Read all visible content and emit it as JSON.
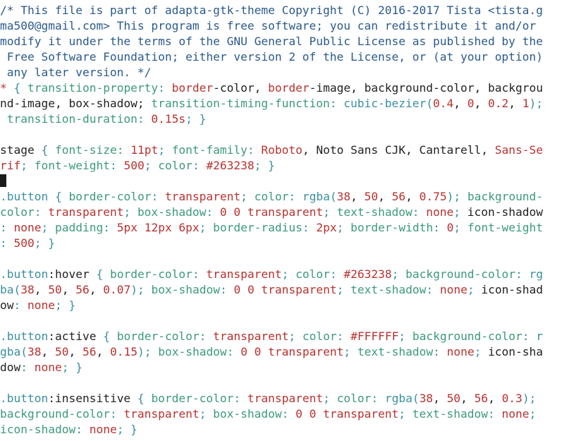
{
  "colors": {
    "comment": "#2c5a8c",
    "property": "#3c9a7a",
    "value": "#b8322f",
    "punct": "#3a8fa0",
    "plain": "#222222",
    "cursor": "#1b1b1b"
  },
  "lines": [
    [
      {
        "t": "/* This file is part of adapta-gtk-theme Copyright (C) 2016-2017 Tista <tista.g",
        "c": "comment"
      }
    ],
    [
      {
        "t": "ma500@gmail.com> This program is free software; you can redistribute it and/or",
        "c": "comment"
      }
    ],
    [
      {
        "t": "modify it under the terms of the GNU General Public License as published by the",
        "c": "comment"
      }
    ],
    [
      {
        "t": " Free Software Foundation; either version 2 of the License, or (at your option)",
        "c": "comment"
      }
    ],
    [
      {
        "t": " any later version. */",
        "c": "comment"
      }
    ],
    [
      {
        "t": "*",
        "c": "value"
      },
      {
        "t": " { ",
        "c": "punct"
      },
      {
        "t": "transition-property",
        "c": "property"
      },
      {
        "t": ": ",
        "c": "punct"
      },
      {
        "t": "border",
        "c": "value"
      },
      {
        "t": "-color, ",
        "c": "plain"
      },
      {
        "t": "border",
        "c": "value"
      },
      {
        "t": "-image, background-color, backgrou",
        "c": "plain"
      }
    ],
    [
      {
        "t": "nd-image, box-shadow; ",
        "c": "plain"
      },
      {
        "t": "transition-timing-function",
        "c": "property"
      },
      {
        "t": ": ",
        "c": "punct"
      },
      {
        "t": "cubic-bezier(",
        "c": "punct"
      },
      {
        "t": "0.4",
        "c": "value"
      },
      {
        "t": ", ",
        "c": "plain"
      },
      {
        "t": "0",
        "c": "value"
      },
      {
        "t": ", ",
        "c": "plain"
      },
      {
        "t": "0.2",
        "c": "value"
      },
      {
        "t": ", ",
        "c": "plain"
      },
      {
        "t": "1",
        "c": "value"
      },
      {
        "t": ");",
        "c": "punct"
      }
    ],
    [
      {
        "t": " transition-duration",
        "c": "property"
      },
      {
        "t": ": ",
        "c": "punct"
      },
      {
        "t": "0.15s",
        "c": "value"
      },
      {
        "t": "; }",
        "c": "punct"
      }
    ],
    [
      {
        "t": "",
        "c": "plain"
      }
    ],
    [
      {
        "t": "stage",
        "c": "plain"
      },
      {
        "t": " { ",
        "c": "punct"
      },
      {
        "t": "font-size",
        "c": "property"
      },
      {
        "t": ": ",
        "c": "punct"
      },
      {
        "t": "11pt",
        "c": "value"
      },
      {
        "t": "; ",
        "c": "punct"
      },
      {
        "t": "font-family",
        "c": "property"
      },
      {
        "t": ": ",
        "c": "punct"
      },
      {
        "t": "Roboto",
        "c": "value"
      },
      {
        "t": ", Noto Sans CJK, Cantarell, ",
        "c": "plain"
      },
      {
        "t": "Sans-Se",
        "c": "value"
      }
    ],
    [
      {
        "t": "rif",
        "c": "value"
      },
      {
        "t": "; ",
        "c": "punct"
      },
      {
        "t": "font-weight",
        "c": "property"
      },
      {
        "t": ": ",
        "c": "punct"
      },
      {
        "t": "500",
        "c": "value"
      },
      {
        "t": "; ",
        "c": "punct"
      },
      {
        "t": "color",
        "c": "property"
      },
      {
        "t": ": ",
        "c": "punct"
      },
      {
        "t": "#263238",
        "c": "value"
      },
      {
        "t": "; }",
        "c": "punct"
      }
    ],
    [
      {
        "t": "__CURSOR__",
        "c": "cursor"
      }
    ],
    [
      {
        "t": ".button",
        "c": "punct"
      },
      {
        "t": " { ",
        "c": "punct"
      },
      {
        "t": "border-color",
        "c": "property"
      },
      {
        "t": ": ",
        "c": "punct"
      },
      {
        "t": "transparent",
        "c": "value"
      },
      {
        "t": "; ",
        "c": "punct"
      },
      {
        "t": "color",
        "c": "property"
      },
      {
        "t": ": ",
        "c": "punct"
      },
      {
        "t": "rgba(",
        "c": "punct"
      },
      {
        "t": "38",
        "c": "value"
      },
      {
        "t": ", ",
        "c": "plain"
      },
      {
        "t": "50",
        "c": "value"
      },
      {
        "t": ", ",
        "c": "plain"
      },
      {
        "t": "56",
        "c": "value"
      },
      {
        "t": ", ",
        "c": "plain"
      },
      {
        "t": "0.75",
        "c": "value"
      },
      {
        "t": "); ",
        "c": "punct"
      },
      {
        "t": "background-",
        "c": "property"
      }
    ],
    [
      {
        "t": "color",
        "c": "property"
      },
      {
        "t": ": ",
        "c": "punct"
      },
      {
        "t": "transparent",
        "c": "value"
      },
      {
        "t": "; ",
        "c": "punct"
      },
      {
        "t": "box-shadow",
        "c": "property"
      },
      {
        "t": ": ",
        "c": "punct"
      },
      {
        "t": "0 0 transparent",
        "c": "value"
      },
      {
        "t": "; ",
        "c": "punct"
      },
      {
        "t": "text-shadow",
        "c": "property"
      },
      {
        "t": ": ",
        "c": "punct"
      },
      {
        "t": "none",
        "c": "value"
      },
      {
        "t": "; ",
        "c": "punct"
      },
      {
        "t": "icon-shadow",
        "c": "plain"
      }
    ],
    [
      {
        "t": ": ",
        "c": "punct"
      },
      {
        "t": "none",
        "c": "value"
      },
      {
        "t": "; ",
        "c": "punct"
      },
      {
        "t": "padding",
        "c": "property"
      },
      {
        "t": ": ",
        "c": "punct"
      },
      {
        "t": "5px 12px 6px",
        "c": "value"
      },
      {
        "t": "; ",
        "c": "punct"
      },
      {
        "t": "border-radius",
        "c": "property"
      },
      {
        "t": ": ",
        "c": "punct"
      },
      {
        "t": "2px",
        "c": "value"
      },
      {
        "t": "; ",
        "c": "punct"
      },
      {
        "t": "border-width",
        "c": "property"
      },
      {
        "t": ": ",
        "c": "punct"
      },
      {
        "t": "0",
        "c": "value"
      },
      {
        "t": "; ",
        "c": "punct"
      },
      {
        "t": "font-weight",
        "c": "property"
      }
    ],
    [
      {
        "t": ": ",
        "c": "punct"
      },
      {
        "t": "500",
        "c": "value"
      },
      {
        "t": "; }",
        "c": "punct"
      }
    ],
    [
      {
        "t": "",
        "c": "plain"
      }
    ],
    [
      {
        "t": ".button",
        "c": "punct"
      },
      {
        "t": ":hover",
        "c": "plain"
      },
      {
        "t": " { ",
        "c": "punct"
      },
      {
        "t": "border-color",
        "c": "property"
      },
      {
        "t": ": ",
        "c": "punct"
      },
      {
        "t": "transparent",
        "c": "value"
      },
      {
        "t": "; ",
        "c": "punct"
      },
      {
        "t": "color",
        "c": "property"
      },
      {
        "t": ": ",
        "c": "punct"
      },
      {
        "t": "#263238",
        "c": "value"
      },
      {
        "t": "; ",
        "c": "punct"
      },
      {
        "t": "background-color",
        "c": "property"
      },
      {
        "t": ": ",
        "c": "punct"
      },
      {
        "t": "rg",
        "c": "punct"
      }
    ],
    [
      {
        "t": "ba(",
        "c": "punct"
      },
      {
        "t": "38",
        "c": "value"
      },
      {
        "t": ", ",
        "c": "plain"
      },
      {
        "t": "50",
        "c": "value"
      },
      {
        "t": ", ",
        "c": "plain"
      },
      {
        "t": "56",
        "c": "value"
      },
      {
        "t": ", ",
        "c": "plain"
      },
      {
        "t": "0.07",
        "c": "value"
      },
      {
        "t": "); ",
        "c": "punct"
      },
      {
        "t": "box-shadow",
        "c": "property"
      },
      {
        "t": ": ",
        "c": "punct"
      },
      {
        "t": "0 0 transparent",
        "c": "value"
      },
      {
        "t": "; ",
        "c": "punct"
      },
      {
        "t": "text-shadow",
        "c": "property"
      },
      {
        "t": ": ",
        "c": "punct"
      },
      {
        "t": "none",
        "c": "value"
      },
      {
        "t": "; ",
        "c": "punct"
      },
      {
        "t": "icon-shad",
        "c": "plain"
      }
    ],
    [
      {
        "t": "ow",
        "c": "plain"
      },
      {
        "t": ": ",
        "c": "punct"
      },
      {
        "t": "none",
        "c": "value"
      },
      {
        "t": "; }",
        "c": "punct"
      }
    ],
    [
      {
        "t": "",
        "c": "plain"
      }
    ],
    [
      {
        "t": ".button",
        "c": "punct"
      },
      {
        "t": ":active",
        "c": "plain"
      },
      {
        "t": " { ",
        "c": "punct"
      },
      {
        "t": "border-color",
        "c": "property"
      },
      {
        "t": ": ",
        "c": "punct"
      },
      {
        "t": "transparent",
        "c": "value"
      },
      {
        "t": "; ",
        "c": "punct"
      },
      {
        "t": "color",
        "c": "property"
      },
      {
        "t": ": ",
        "c": "punct"
      },
      {
        "t": "#FFFFFF",
        "c": "value"
      },
      {
        "t": "; ",
        "c": "punct"
      },
      {
        "t": "background-color",
        "c": "property"
      },
      {
        "t": ": ",
        "c": "punct"
      },
      {
        "t": "r",
        "c": "punct"
      }
    ],
    [
      {
        "t": "gba(",
        "c": "punct"
      },
      {
        "t": "38",
        "c": "value"
      },
      {
        "t": ", ",
        "c": "plain"
      },
      {
        "t": "50",
        "c": "value"
      },
      {
        "t": ", ",
        "c": "plain"
      },
      {
        "t": "56",
        "c": "value"
      },
      {
        "t": ", ",
        "c": "plain"
      },
      {
        "t": "0.15",
        "c": "value"
      },
      {
        "t": "); ",
        "c": "punct"
      },
      {
        "t": "box-shadow",
        "c": "property"
      },
      {
        "t": ": ",
        "c": "punct"
      },
      {
        "t": "0 0 transparent",
        "c": "value"
      },
      {
        "t": "; ",
        "c": "punct"
      },
      {
        "t": "text-shadow",
        "c": "property"
      },
      {
        "t": ": ",
        "c": "punct"
      },
      {
        "t": "none",
        "c": "value"
      },
      {
        "t": "; ",
        "c": "punct"
      },
      {
        "t": "icon-sha",
        "c": "plain"
      }
    ],
    [
      {
        "t": "dow",
        "c": "plain"
      },
      {
        "t": ": ",
        "c": "punct"
      },
      {
        "t": "none",
        "c": "value"
      },
      {
        "t": "; }",
        "c": "punct"
      }
    ],
    [
      {
        "t": "",
        "c": "plain"
      }
    ],
    [
      {
        "t": ".button",
        "c": "punct"
      },
      {
        "t": ":insensitive",
        "c": "plain"
      },
      {
        "t": " { ",
        "c": "punct"
      },
      {
        "t": "border-color",
        "c": "property"
      },
      {
        "t": ": ",
        "c": "punct"
      },
      {
        "t": "transparent",
        "c": "value"
      },
      {
        "t": "; ",
        "c": "punct"
      },
      {
        "t": "color",
        "c": "property"
      },
      {
        "t": ": ",
        "c": "punct"
      },
      {
        "t": "rgba(",
        "c": "punct"
      },
      {
        "t": "38",
        "c": "value"
      },
      {
        "t": ", ",
        "c": "plain"
      },
      {
        "t": "50",
        "c": "value"
      },
      {
        "t": ", ",
        "c": "plain"
      },
      {
        "t": "56",
        "c": "value"
      },
      {
        "t": ", ",
        "c": "plain"
      },
      {
        "t": "0.3",
        "c": "value"
      },
      {
        "t": ");",
        "c": "punct"
      }
    ],
    [
      {
        "t": "background-color",
        "c": "property"
      },
      {
        "t": ": ",
        "c": "punct"
      },
      {
        "t": "transparent",
        "c": "value"
      },
      {
        "t": "; ",
        "c": "punct"
      },
      {
        "t": "box-shadow",
        "c": "property"
      },
      {
        "t": ": ",
        "c": "punct"
      },
      {
        "t": "0 0 transparent",
        "c": "value"
      },
      {
        "t": "; ",
        "c": "punct"
      },
      {
        "t": "text-shadow",
        "c": "property"
      },
      {
        "t": ": ",
        "c": "punct"
      },
      {
        "t": "none",
        "c": "value"
      },
      {
        "t": ";",
        "c": "punct"
      }
    ],
    [
      {
        "t": "icon-shadow",
        "c": "property"
      },
      {
        "t": ": ",
        "c": "punct"
      },
      {
        "t": "none",
        "c": "value"
      },
      {
        "t": "; }",
        "c": "punct"
      }
    ]
  ]
}
